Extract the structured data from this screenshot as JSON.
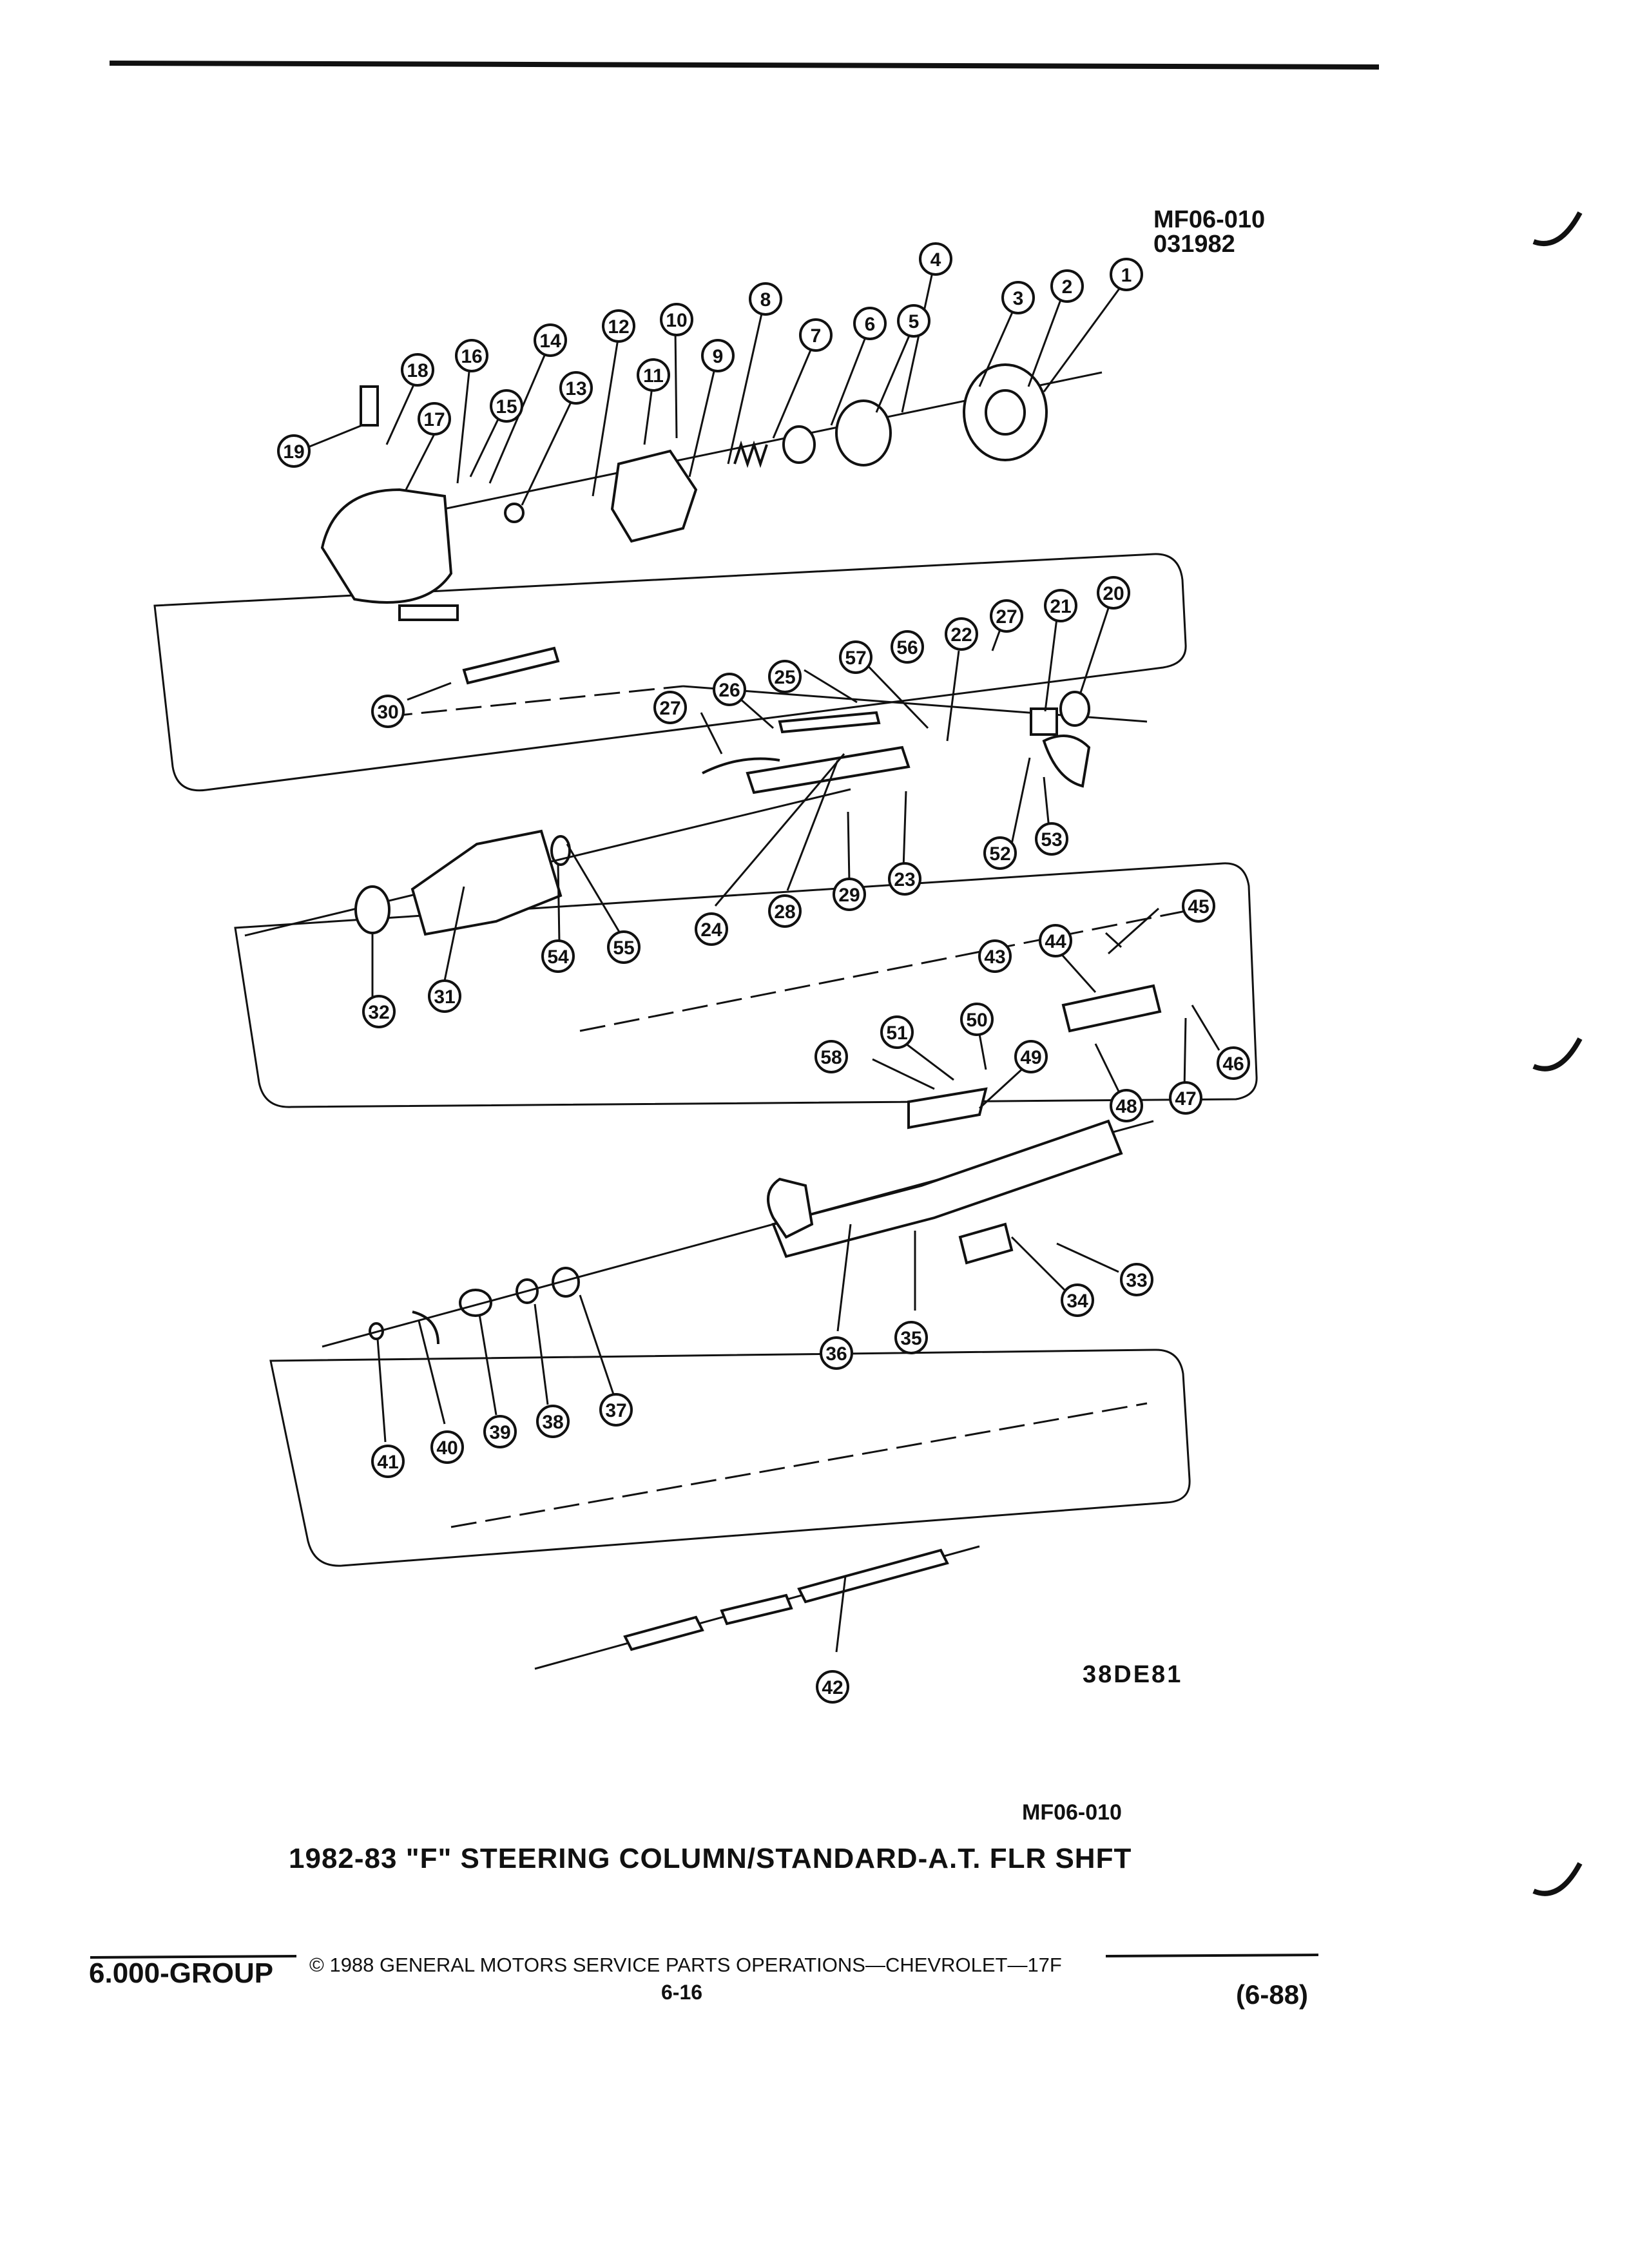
{
  "header": {
    "figure_id": "MF06-010",
    "figure_date": "031982"
  },
  "diagram": {
    "illustration_code": "38DE81",
    "figure_id_bottom": "MF06-010",
    "caption": "1982-83 \"F\" STEERING COLUMN/STANDARD-A.T. FLR SHFT",
    "callouts": [
      "1",
      "2",
      "3",
      "4",
      "5",
      "6",
      "7",
      "8",
      "9",
      "10",
      "11",
      "12",
      "13",
      "14",
      "15",
      "16",
      "17",
      "18",
      "19",
      "20",
      "21",
      "22",
      "23",
      "24",
      "25",
      "26",
      "27",
      "27",
      "28",
      "29",
      "30",
      "31",
      "32",
      "33",
      "34",
      "35",
      "36",
      "37",
      "38",
      "39",
      "40",
      "41",
      "42",
      "43",
      "44",
      "45",
      "46",
      "47",
      "48",
      "49",
      "50",
      "51",
      "52",
      "53",
      "54",
      "55",
      "56",
      "57",
      "58"
    ]
  },
  "footer": {
    "group": "6.000-GROUP",
    "copyright": "© 1988 GENERAL MOTORS SERVICE PARTS OPERATIONS—CHEVROLET—17F",
    "page": "6-16",
    "revision": "(6-88)"
  }
}
